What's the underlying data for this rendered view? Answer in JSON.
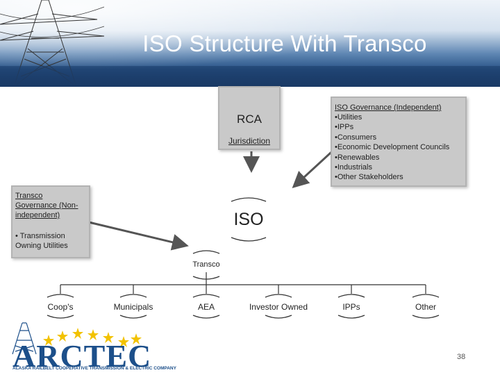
{
  "title": "ISO Structure With Transco",
  "rca": {
    "label": "RCA",
    "sublabel": "Jurisdiction"
  },
  "iso_gov": {
    "heading": "ISO Governance (Independent)",
    "items": [
      "•Utilities",
      "•IPPs",
      "•Consumers",
      "•Economic Development Councils",
      "•Renewables",
      "•Industrials",
      "•Other Stakeholders"
    ]
  },
  "transco_gov": {
    "heading_lines": [
      "Transco",
      "Governance (Non-",
      "independent)"
    ],
    "items": [
      "• Transmission",
      "Owning Utilities"
    ]
  },
  "iso": {
    "label": "ISO"
  },
  "transco": {
    "label": "Transco"
  },
  "members": [
    "Coop's",
    "Municipals",
    "AEA",
    "Investor Owned",
    "IPPs",
    "Other"
  ],
  "logo": {
    "name": "ARCTEC",
    "subtitle": "ALASKA RAILBELT COOPERATIVE TRANSMISSION & ELECTRIC COMPANY"
  },
  "page_number": "38",
  "colors": {
    "header_dark": "#1c3f6d",
    "box_gray": "#c9c9c9",
    "logo_blue": "#1c4f8a",
    "star_gold": "#f2c200"
  }
}
